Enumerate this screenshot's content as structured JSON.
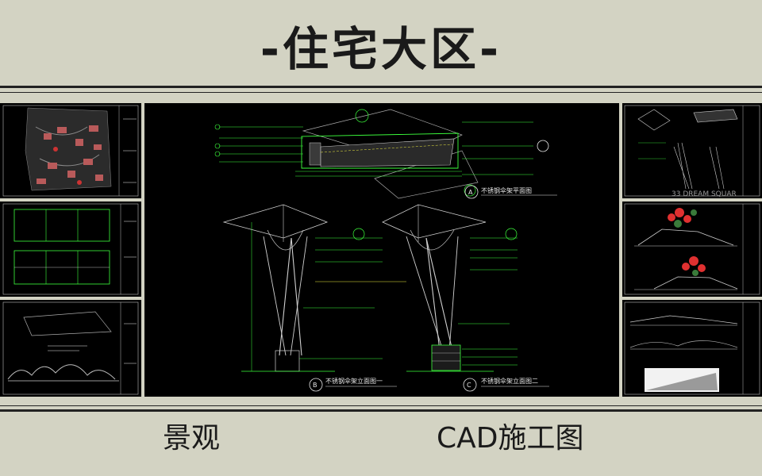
{
  "header": {
    "title": "-住宅大区-"
  },
  "footer": {
    "left_caption": "景观",
    "right_caption": "CAD施工图"
  },
  "drawings": {
    "main": {
      "label_a": "不锈钢伞架平面图",
      "label_b": "不锈钢伞架立面图一",
      "label_c": "不锈钢伞架立面图二",
      "mark_a": "A",
      "mark_b": "B",
      "mark_c": "C"
    },
    "right_top": {
      "watermark": "33 DREAM SQUAR"
    }
  },
  "colors": {
    "background": "#d3d3c3",
    "cad_background": "#000000",
    "cad_green": "#3cff3c",
    "cad_white": "#e8e8e8",
    "cad_yellow": "#f0f040",
    "cad_red": "#e03030"
  }
}
